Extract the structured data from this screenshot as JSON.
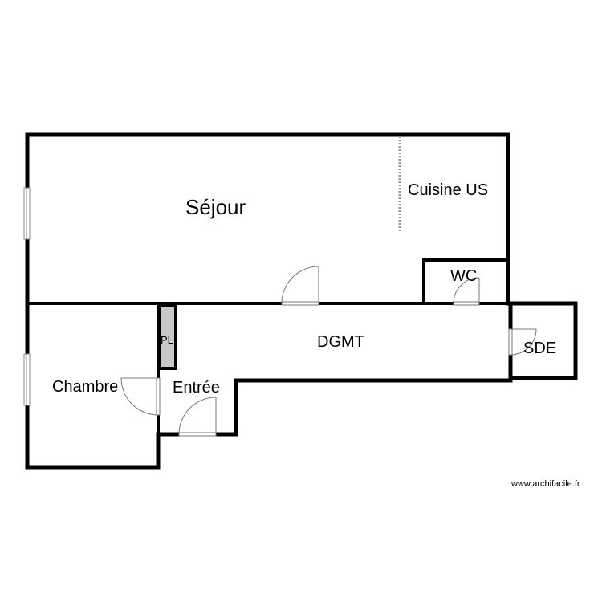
{
  "rooms": {
    "sejour": "Séjour",
    "cuisine": "Cuisine US",
    "wc": "WC",
    "dgmt": "DGMT",
    "sde": "SDE",
    "chambre": "Chambre",
    "entree": "Entrée",
    "placard": "PL"
  },
  "credit": "www.archifacile.fr"
}
